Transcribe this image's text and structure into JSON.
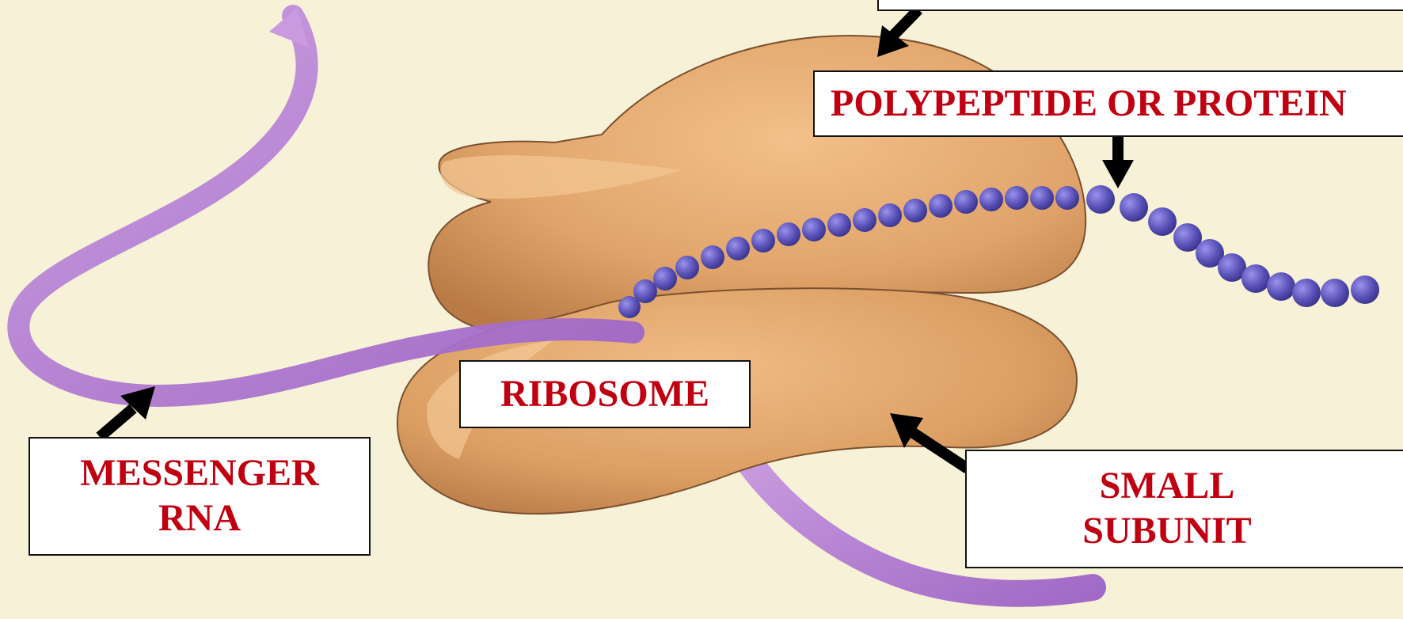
{
  "diagram": {
    "labels": {
      "polypeptide": "POLYPEPTIDE OR PROTEIN",
      "ribosome": "RIBOSOME",
      "messenger_rna": "MESSENGER\nRNA",
      "small_subunit": "SMALL\nSUBUNIT"
    },
    "colors": {
      "background": "#f7f1d7",
      "subunit": "#e0a46a",
      "subunit_shadow": "#b97a45",
      "mrna": "#b27ad2",
      "protein_bead": "#5a52b8",
      "label_text": "#c00010",
      "arrow": "#000000"
    }
  }
}
